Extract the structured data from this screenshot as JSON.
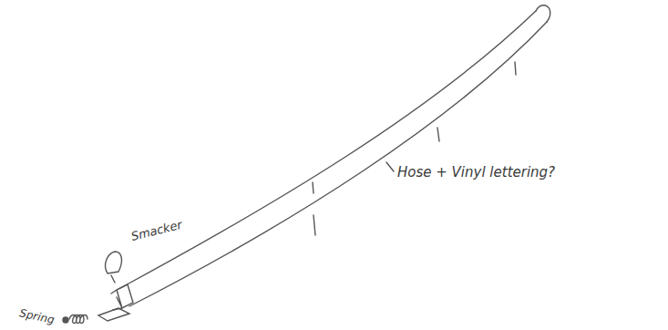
{
  "diagram": {
    "labels": [
      "Smacker",
      "Spring",
      "Hose + Vinyl lettering?"
    ]
  }
}
